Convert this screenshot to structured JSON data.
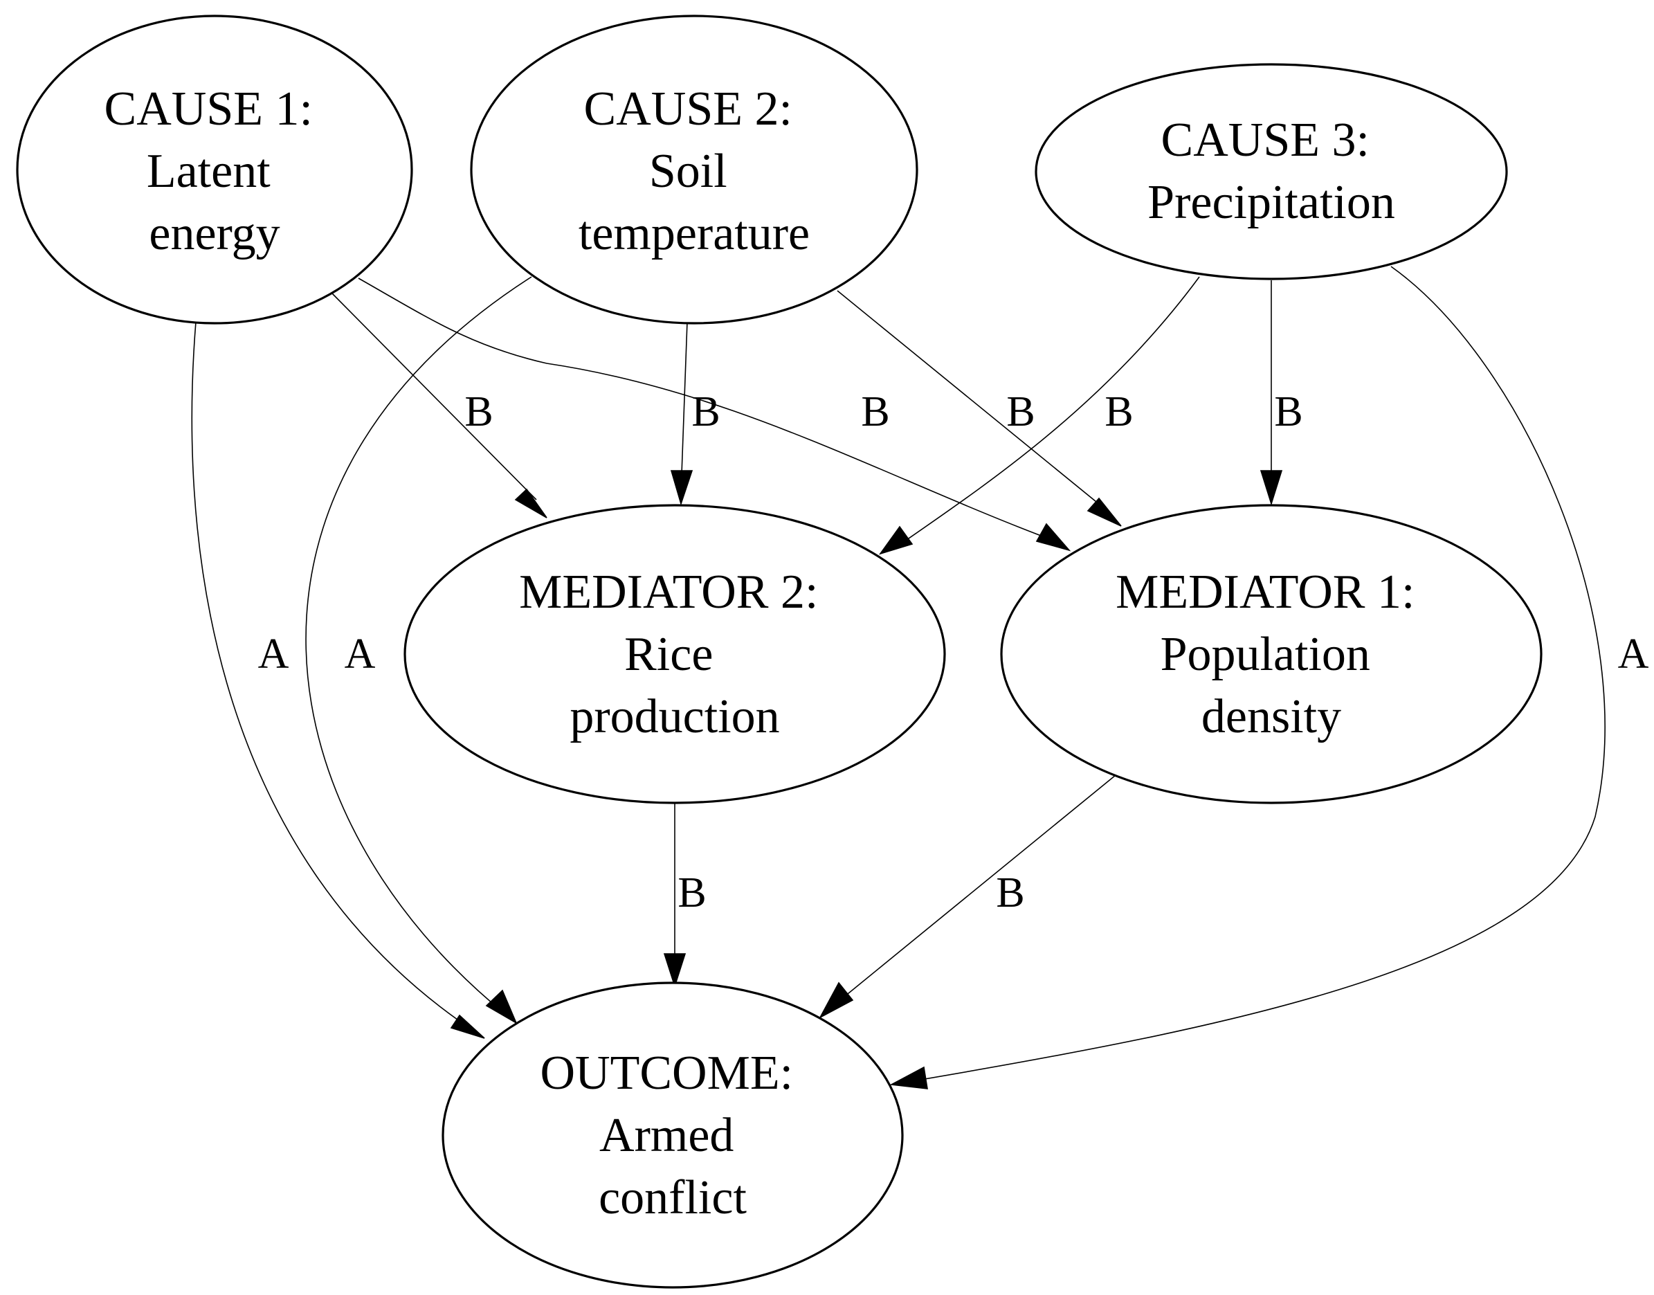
{
  "nodes": {
    "cause1": {
      "lines": [
        "CAUSE 1:",
        "Latent",
        "energy"
      ]
    },
    "cause2": {
      "lines": [
        "CAUSE 2:",
        "Soil",
        "temperature"
      ]
    },
    "cause3": {
      "lines": [
        "CAUSE 3:",
        "Precipitation"
      ]
    },
    "mediator2": {
      "lines": [
        "MEDIATOR 2:",
        "Rice",
        "production"
      ]
    },
    "mediator1": {
      "lines": [
        "MEDIATOR 1:",
        "Population",
        "density"
      ]
    },
    "outcome": {
      "lines": [
        "OUTCOME:",
        "Armed",
        "conflict"
      ]
    }
  },
  "edges": [
    {
      "from": "cause1",
      "to": "outcome",
      "label": "A"
    },
    {
      "from": "cause1",
      "to": "mediator2",
      "label": "B"
    },
    {
      "from": "cause1",
      "to": "mediator1",
      "label": "B"
    },
    {
      "from": "cause2",
      "to": "outcome",
      "label": "A"
    },
    {
      "from": "cause2",
      "to": "mediator2",
      "label": "B"
    },
    {
      "from": "cause2",
      "to": "mediator1",
      "label": "B"
    },
    {
      "from": "cause3",
      "to": "mediator2",
      "label": "B"
    },
    {
      "from": "cause3",
      "to": "mediator1",
      "label": "B"
    },
    {
      "from": "cause3",
      "to": "outcome",
      "label": "A"
    },
    {
      "from": "mediator2",
      "to": "outcome",
      "label": "B"
    },
    {
      "from": "mediator1",
      "to": "outcome",
      "label": "B"
    }
  ]
}
